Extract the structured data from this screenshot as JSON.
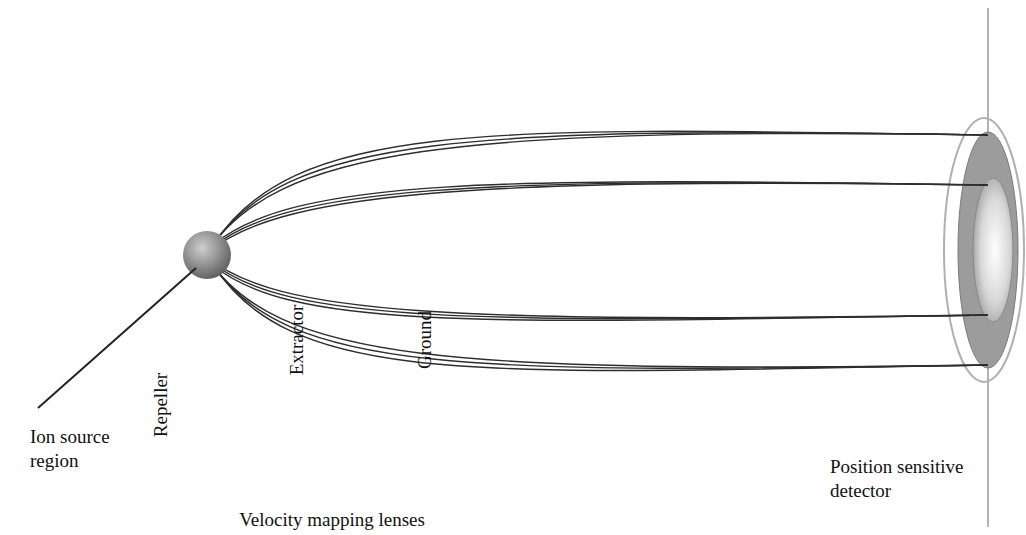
{
  "diagram": {
    "nodes": [
      {
        "text": [
          "Repeller"
        ]
      },
      {
        "text": [
          "Extractor"
        ]
      },
      {
        "text": [
          "Ground"
        ]
      }
    ],
    "labels": [
      "Ion source region",
      "Velocity mapping lenses",
      "Position sensitive detector"
    ]
  }
}
